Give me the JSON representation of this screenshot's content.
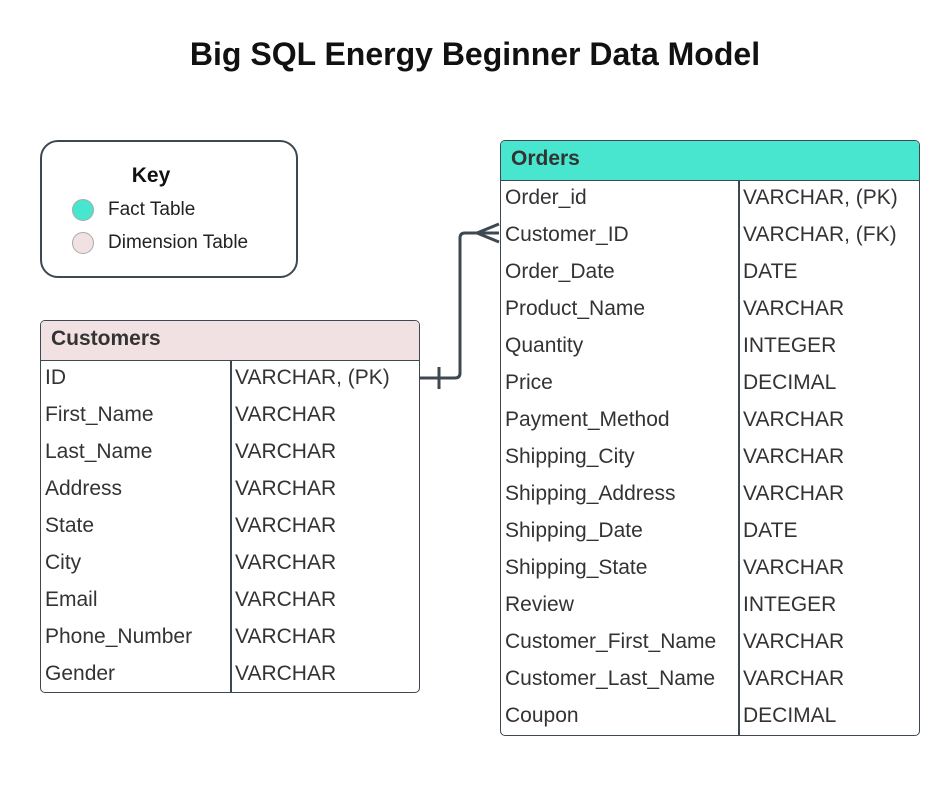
{
  "title": "Big SQL Energy Beginner Data Model",
  "colors": {
    "fact": "#48e5cf",
    "dimension": "#f2e1e3",
    "border": "#3d4852"
  },
  "key": {
    "title": "Key",
    "items": [
      {
        "label": "Fact Table",
        "color": "#48e5cf"
      },
      {
        "label": "Dimension Table",
        "color": "#f2e1e3"
      }
    ]
  },
  "customers": {
    "name": "Customers",
    "kind": "dimension",
    "columns": [
      {
        "name": "ID",
        "type": "VARCHAR, (PK)"
      },
      {
        "name": "First_Name",
        "type": "VARCHAR"
      },
      {
        "name": "Last_Name",
        "type": "VARCHAR"
      },
      {
        "name": "Address",
        "type": "VARCHAR"
      },
      {
        "name": "State",
        "type": "VARCHAR"
      },
      {
        "name": "City",
        "type": "VARCHAR"
      },
      {
        "name": "Email",
        "type": "VARCHAR"
      },
      {
        "name": "Phone_Number",
        "type": "VARCHAR"
      },
      {
        "name": "Gender",
        "type": "VARCHAR"
      }
    ]
  },
  "orders": {
    "name": "Orders",
    "kind": "fact",
    "columns": [
      {
        "name": "Order_id",
        "type": "VARCHAR, (PK)"
      },
      {
        "name": "Customer_ID",
        "type": "VARCHAR, (FK)"
      },
      {
        "name": "Order_Date",
        "type": "DATE"
      },
      {
        "name": "Product_Name",
        "type": "VARCHAR"
      },
      {
        "name": "Quantity",
        "type": "INTEGER"
      },
      {
        "name": "Price",
        "type": "DECIMAL"
      },
      {
        "name": "Payment_Method",
        "type": "VARCHAR"
      },
      {
        "name": "Shipping_City",
        "type": "VARCHAR"
      },
      {
        "name": "Shipping_Address",
        "type": "VARCHAR"
      },
      {
        "name": "Shipping_Date",
        "type": "DATE"
      },
      {
        "name": "Shipping_State",
        "type": "VARCHAR"
      },
      {
        "name": "Review",
        "type": "INTEGER"
      },
      {
        "name": "Customer_First_Name",
        "type": "VARCHAR"
      },
      {
        "name": "Customer_Last_Name",
        "type": "VARCHAR"
      },
      {
        "name": "Coupon",
        "type": "DECIMAL"
      }
    ]
  }
}
